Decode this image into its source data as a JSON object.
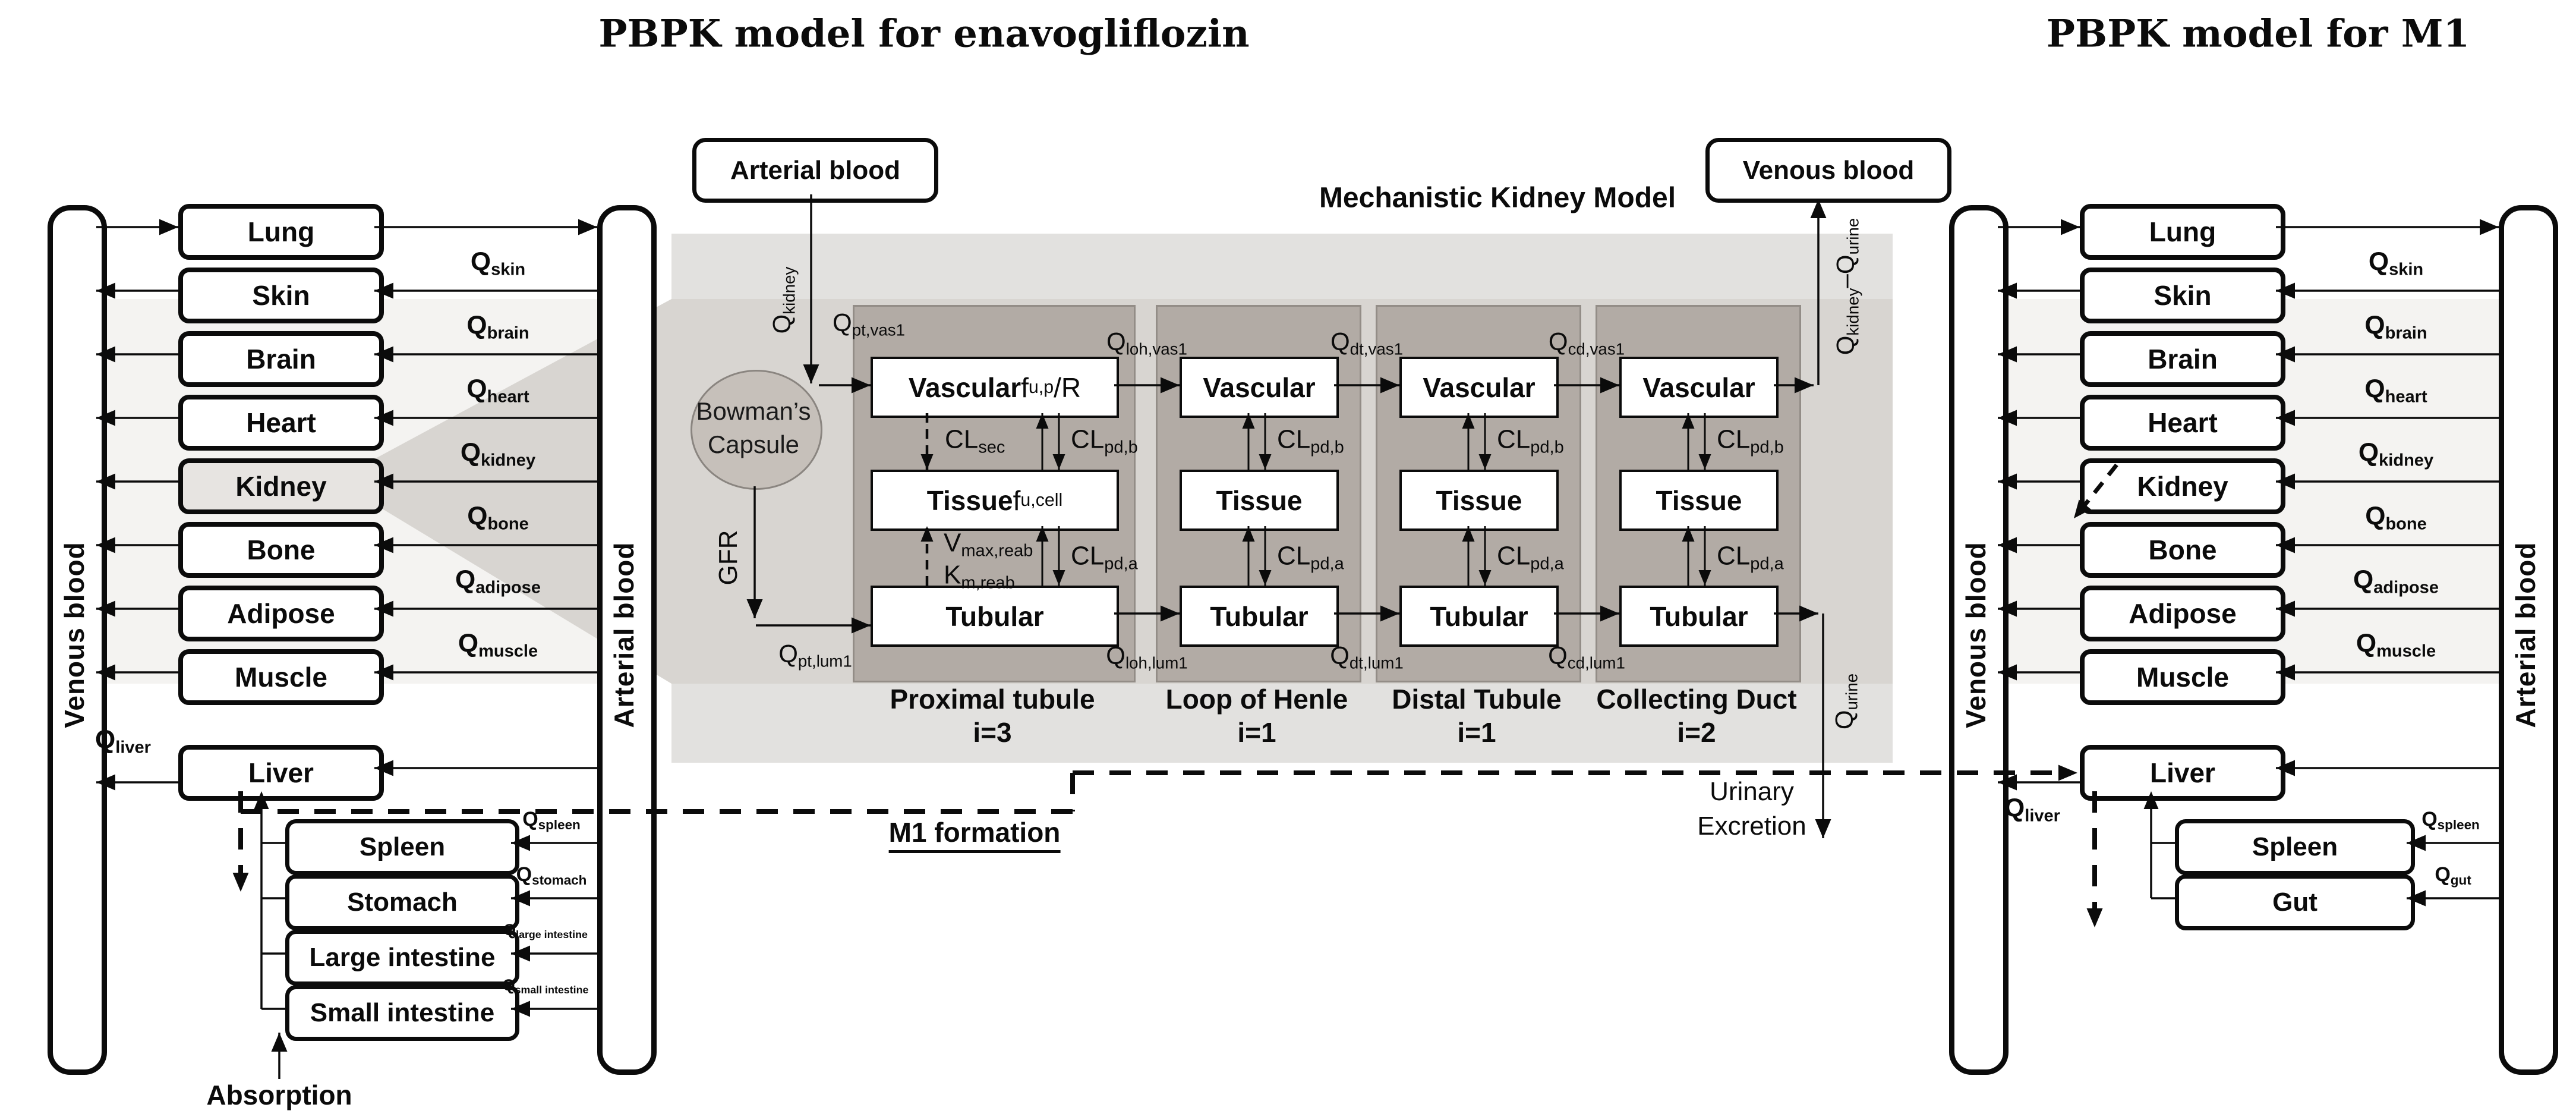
{
  "titles": {
    "left": "PBPK model for enavogliflozin",
    "right": "PBPK model for M1"
  },
  "left_model": {
    "venous_label": "Venous blood",
    "arterial_label": "Arterial blood",
    "organs": [
      "Lung",
      "Skin",
      "Brain",
      "Heart",
      "Kidney",
      "Bone",
      "Adipose",
      "Muscle",
      "Liver"
    ],
    "flow_labels": {
      "skin": [
        [
          "b",
          "Q"
        ],
        [
          "sb",
          "skin"
        ]
      ],
      "brain": [
        [
          "b",
          "Q"
        ],
        [
          "sb",
          "brain"
        ]
      ],
      "heart": [
        [
          "b",
          "Q"
        ],
        [
          "sb",
          "heart"
        ]
      ],
      "kidney": [
        [
          "b",
          "Q"
        ],
        [
          "sb",
          "kidney"
        ]
      ],
      "bone": [
        [
          "b",
          "Q"
        ],
        [
          "sb",
          "bone"
        ]
      ],
      "adipose": [
        [
          "b",
          "Q"
        ],
        [
          "sb",
          "adipose"
        ]
      ],
      "muscle": [
        [
          "b",
          "Q"
        ],
        [
          "sb",
          "muscle"
        ]
      ],
      "liver": [
        [
          "b",
          "Q"
        ],
        [
          "sb",
          "liver"
        ]
      ]
    },
    "sub_organs": [
      "Spleen",
      "Stomach",
      "Large intestine",
      "Small intestine"
    ],
    "sub_flow_labels": {
      "spleen": [
        [
          "b",
          "Q"
        ],
        [
          "sb",
          "spleen"
        ]
      ],
      "stomach": [
        [
          "b",
          "Q"
        ],
        [
          "sb",
          "stomach"
        ]
      ],
      "large_intestine": [
        [
          "b",
          "Q"
        ],
        [
          "sb",
          "large intestine"
        ]
      ],
      "small_intestine": [
        [
          "b",
          "Q"
        ],
        [
          "sb",
          "small intestine"
        ]
      ]
    },
    "absorption": "Absorption"
  },
  "right_model": {
    "venous_label": "Venous blood",
    "arterial_label": "Arterial blood",
    "organs": [
      "Lung",
      "Skin",
      "Brain",
      "Heart",
      "Kidney",
      "Bone",
      "Adipose",
      "Muscle",
      "Liver"
    ],
    "flow_labels": {
      "skin": [
        [
          "b",
          "Q"
        ],
        [
          "sb",
          "skin"
        ]
      ],
      "brain": [
        [
          "b",
          "Q"
        ],
        [
          "sb",
          "brain"
        ]
      ],
      "heart": [
        [
          "b",
          "Q"
        ],
        [
          "sb",
          "heart"
        ]
      ],
      "kidney": [
        [
          "b",
          "Q"
        ],
        [
          "sb",
          "kidney"
        ]
      ],
      "bone": [
        [
          "b",
          "Q"
        ],
        [
          "sb",
          "bone"
        ]
      ],
      "adipose": [
        [
          "b",
          "Q"
        ],
        [
          "sb",
          "adipose"
        ]
      ],
      "muscle": [
        [
          "b",
          "Q"
        ],
        [
          "sb",
          "muscle"
        ]
      ],
      "liver": [
        [
          "b",
          "Q"
        ],
        [
          "sb",
          "liver"
        ]
      ]
    },
    "sub_organs": [
      "Spleen",
      "Gut"
    ],
    "sub_flow_labels": {
      "spleen": [
        [
          "b",
          "Q"
        ],
        [
          "sb",
          "spleen"
        ]
      ],
      "gut": [
        [
          "b",
          "Q"
        ],
        [
          "sb",
          "gut"
        ]
      ]
    }
  },
  "kidney_model": {
    "heading": "Mechanistic Kidney Model",
    "arterial_box": "Arterial blood",
    "venous_box": "Venous blood",
    "bowmans_line1": "Bowman’s",
    "bowmans_line2": "Capsule",
    "gfr": "GFR",
    "q_kidney": [
      [
        "n",
        "Q"
      ],
      [
        "s",
        "kidney"
      ]
    ],
    "q_kidney_minus_urine": [
      [
        "n",
        "Q"
      ],
      [
        "s",
        "kidney"
      ],
      [
        "n",
        "–Q"
      ],
      [
        "s",
        "urine"
      ]
    ],
    "q_urine": [
      [
        "n",
        "Q"
      ],
      [
        "s",
        "urine"
      ]
    ],
    "q_pt_vas1": [
      [
        "n",
        "Q"
      ],
      [
        "s",
        "pt,vas1"
      ]
    ],
    "q_loh_vas1": [
      [
        "n",
        "Q"
      ],
      [
        "s",
        "loh,vas1"
      ]
    ],
    "q_dt_vas1": [
      [
        "n",
        "Q"
      ],
      [
        "s",
        "dt,vas1"
      ]
    ],
    "q_cd_vas1": [
      [
        "n",
        "Q"
      ],
      [
        "s",
        "cd,vas1"
      ]
    ],
    "q_pt_lum1": [
      [
        "n",
        "Q"
      ],
      [
        "s",
        "pt,lum1"
      ]
    ],
    "q_loh_lum1": [
      [
        "n",
        "Q"
      ],
      [
        "s",
        "loh,lum1"
      ]
    ],
    "q_dt_lum1": [
      [
        "n",
        "Q"
      ],
      [
        "s",
        "dt,lum1"
      ]
    ],
    "q_cd_lum1": [
      [
        "n",
        "Q"
      ],
      [
        "s",
        "cd,lum1"
      ]
    ],
    "cl_sec": [
      [
        "n",
        "CL"
      ],
      [
        "s",
        "sec"
      ]
    ],
    "cl_pd_b": [
      [
        "n",
        "CL"
      ],
      [
        "s",
        "pd,b"
      ]
    ],
    "cl_pd_a": [
      [
        "n",
        "CL"
      ],
      [
        "s",
        "pd,a"
      ]
    ],
    "v_max_reab": [
      [
        "n",
        "V"
      ],
      [
        "s",
        "max,reab"
      ]
    ],
    "k_m_reab": [
      [
        "n",
        "K"
      ],
      [
        "s",
        "m,reab"
      ]
    ],
    "vascular_pt": [
      [
        "b",
        "Vascular "
      ],
      [
        "n",
        "f"
      ],
      [
        "s",
        "u,p"
      ],
      [
        "n",
        "/R"
      ]
    ],
    "tissue_pt": [
      [
        "b",
        "Tissue "
      ],
      [
        "n",
        "f"
      ],
      [
        "s",
        "u,cell"
      ]
    ],
    "vascular": "Vascular",
    "tissue": "Tissue",
    "tubular": "Tubular",
    "segments": [
      {
        "label": "Proximal tubule",
        "i": "i=3"
      },
      {
        "label": "Loop of Henle",
        "i": "i=1"
      },
      {
        "label": "Distal Tubule",
        "i": "i=1"
      },
      {
        "label": "Collecting Duct",
        "i": "i=2"
      }
    ],
    "urinary_line1": "Urinary",
    "urinary_line2": "Excretion",
    "m1_formation": "M1 formation"
  }
}
